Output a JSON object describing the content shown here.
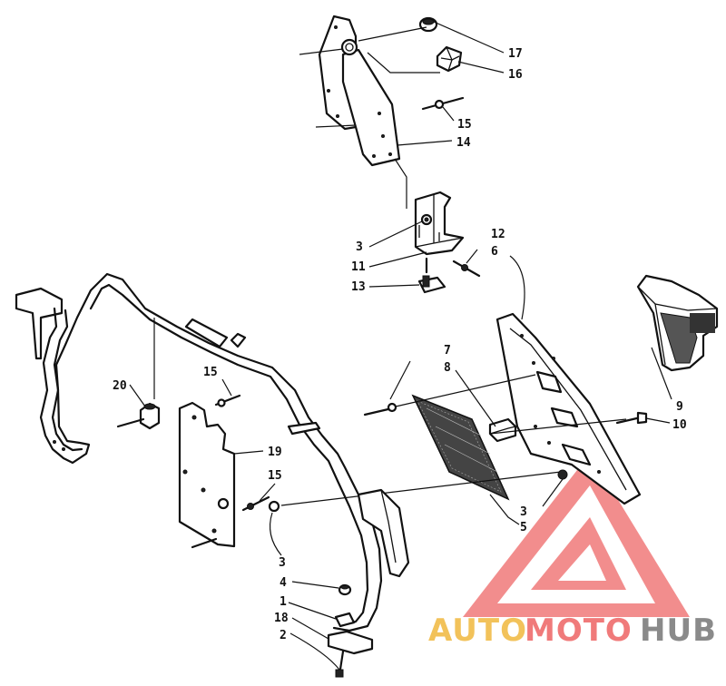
{
  "callouts": {
    "c17": "17",
    "c16": "16",
    "c15a": "15",
    "c14": "14",
    "c12": "12",
    "c6": "6",
    "c3a": "3",
    "c11": "11",
    "c13": "13",
    "c7": "7",
    "c8": "8",
    "c9": "9",
    "c10": "10",
    "c20": "20",
    "c15b": "15",
    "c19": "19",
    "c15c": "15",
    "c3b": "3",
    "c5": "5",
    "c3c": "3",
    "c4": "4",
    "c1": "1",
    "c18": "18",
    "c2": "2"
  },
  "watermark": {
    "part1": "AUTO",
    "part2": "MOTO",
    "part3": "HUB",
    "color_main": "#f07a7a",
    "color_gold": "#f2c25a",
    "color_gray": "#8a8a8a"
  }
}
